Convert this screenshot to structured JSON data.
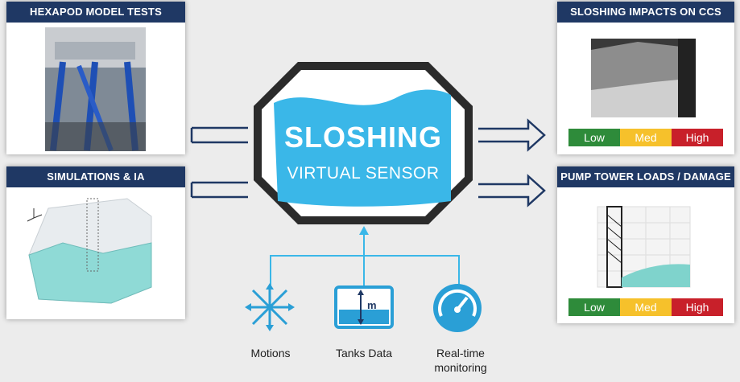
{
  "panels": {
    "hexapod": {
      "title": "HEXAPOD MODEL TESTS"
    },
    "simulations": {
      "title": "SIMULATIONS & IA"
    },
    "impacts": {
      "title": "SLOSHING IMPACTS ON CCS"
    },
    "pump": {
      "title": "PUMP TOWER LOADS / DAMAGE"
    }
  },
  "scale": {
    "low": "Low",
    "med": "Med",
    "high": "High",
    "colors": {
      "low": "#2e8b3a",
      "med": "#f6c12b",
      "high": "#c8202a"
    }
  },
  "sensor": {
    "line1": "SLOSHING",
    "line2": "VIRTUAL SENSOR"
  },
  "inputs": {
    "motions": "Motions",
    "tanks": "Tanks Data",
    "tanks_unit": "m",
    "realtime_1": "Real-time",
    "realtime_2": "monitoring"
  },
  "colors": {
    "navy": "#1f3864",
    "water": "#3ab7e8",
    "frame": "#2b2b2b"
  }
}
